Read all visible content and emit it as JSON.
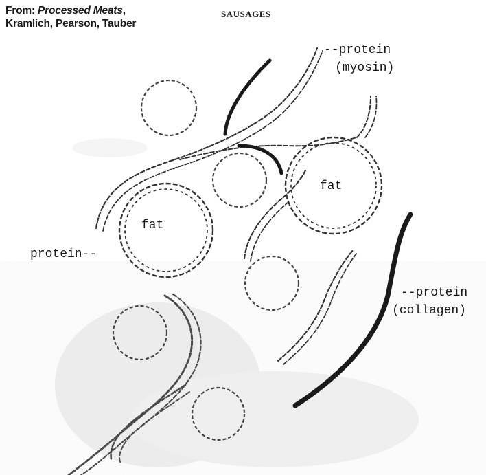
{
  "source": {
    "prefix": "From: ",
    "book": "Processed Meats",
    "comma": ",",
    "authors": "Kramlich, Pearson, Tauber"
  },
  "title": "SAUSAGES",
  "labels": {
    "myosin_line1": "--protein",
    "myosin_line2": "(myosin)",
    "fat_left": "fat",
    "fat_right": "fat",
    "protein_left": "protein--",
    "collagen_line1": "--protein",
    "collagen_line2": "(collagen)"
  },
  "colors": {
    "ink": "#222222",
    "shadow": "#d8d8d8"
  }
}
